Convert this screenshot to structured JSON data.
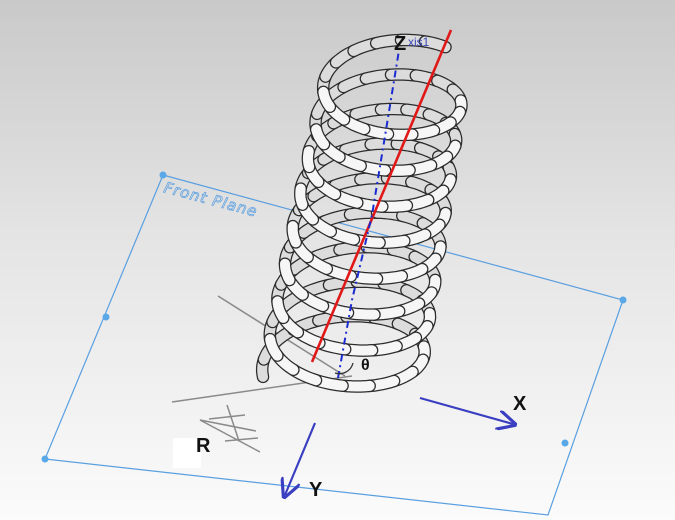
{
  "plane": {
    "label": "Front Plane"
  },
  "axes": {
    "z_label": "Z",
    "z_suffix": "xis1",
    "x_label": "X",
    "y_label": "Y"
  },
  "annotations": {
    "theta": "θ",
    "radius": "R"
  },
  "colors": {
    "plane_edge": "#5a9fe0",
    "center_axis": "#e01818",
    "z_axis_dash": "#1a2cd0",
    "axis_arrow": "#3a3ec0",
    "dimension": "#8a8a8a",
    "coil_face": "#f4f4f4",
    "coil_edge": "#2b2b2b"
  }
}
